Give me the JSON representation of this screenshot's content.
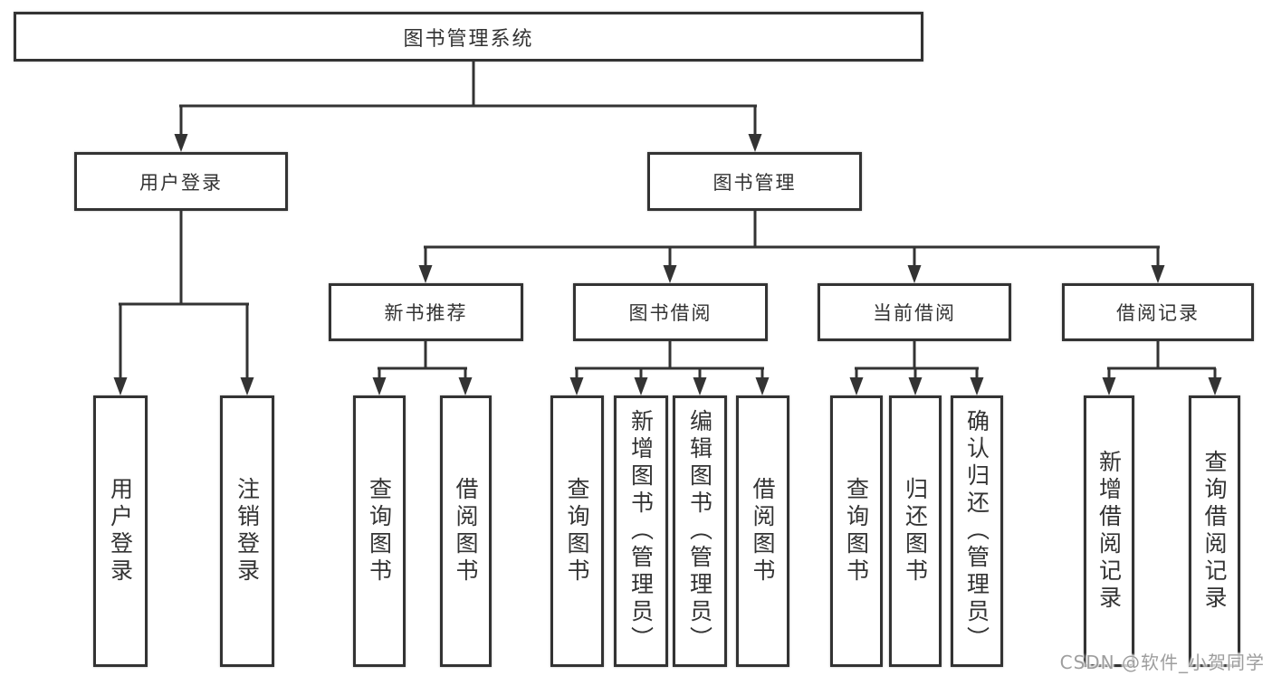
{
  "diagram_type": "function-structure-tree",
  "tree": {
    "root": {
      "label": "图书管理系统",
      "children": [
        {
          "label": "用户登录",
          "children": [
            {
              "label": "用户登录"
            },
            {
              "label": "注销登录"
            }
          ]
        },
        {
          "label": "图书管理",
          "children": [
            {
              "label": "新书推荐",
              "children": [
                {
                  "label": "查询图书"
                },
                {
                  "label": "借阅图书"
                }
              ]
            },
            {
              "label": "图书借阅",
              "children": [
                {
                  "label": "查询图书"
                },
                {
                  "label": "新增图书（管理员）"
                },
                {
                  "label": "编辑图书（管理员）"
                },
                {
                  "label": "借阅图书"
                }
              ]
            },
            {
              "label": "当前借阅",
              "children": [
                {
                  "label": "查询图书"
                },
                {
                  "label": "归还图书"
                },
                {
                  "label": "确认归还（管理员）"
                }
              ]
            },
            {
              "label": "借阅记录",
              "children": [
                {
                  "label": "新增借阅记录"
                },
                {
                  "label": "查询借阅记录"
                }
              ]
            }
          ]
        }
      ]
    }
  },
  "colors": {
    "line": "#333333",
    "text": "#333333",
    "watermark": "#9e9e9e",
    "background": "#ffffff"
  },
  "watermark": "CSDN @软件_小贺同学"
}
